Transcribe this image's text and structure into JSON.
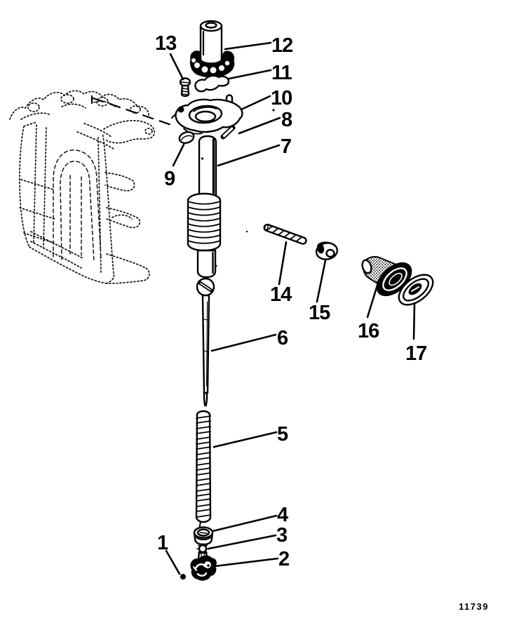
{
  "figure": {
    "code": "11739",
    "callouts": {
      "1": "1",
      "2": "2",
      "3": "3",
      "4": "4",
      "5": "5",
      "6": "6",
      "7": "7",
      "8": "8",
      "9": "9",
      "10": "10",
      "11": "11",
      "12": "12",
      "13": "13",
      "14": "14",
      "15": "15",
      "16": "16",
      "17": "17"
    }
  }
}
